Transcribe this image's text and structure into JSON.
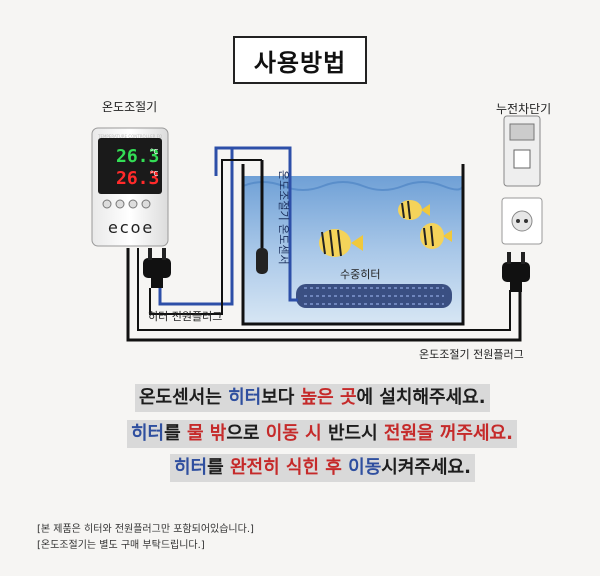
{
  "title": "사용방법",
  "labels": {
    "thermostat": "온도조절기",
    "breaker": "누전차단기",
    "heater_plug": "히터 전원플러그",
    "thermostat_plug": "온도조절기 전원플러그",
    "sensor": "온도조절기 온도센서",
    "heater": "수중히터"
  },
  "device": {
    "brand": "ecoe",
    "display_top": "26.3",
    "display_bottom": "26.3",
    "unit": "°C",
    "header_text": "TEMPERATURE CONTROLLER FOR AQUARIUM HEATERS"
  },
  "instructions": {
    "line1": {
      "s1": "온도센서는 ",
      "s2": "히터",
      "s3": "보다 ",
      "s4": "높은 곳",
      "s5": "에 설치해주세요."
    },
    "line2": {
      "s1": "히터",
      "s2": "를 ",
      "s3": "물 밖",
      "s4": "으로 ",
      "s5": "이동 시",
      "s6": " 반드시 ",
      "s7": "전원을 꺼주세요."
    },
    "line3": {
      "s1": "히터",
      "s2": "를 ",
      "s3": "완전히 식힌 후",
      "s4": " ",
      "s5": "이동",
      "s6": "시켜주세요."
    }
  },
  "notes": [
    "[본 제품은 히터와 전원플러그만 포함되어있습니다.]",
    "[온도조절기는 별도 구매 부탁드립니다.]"
  ],
  "colors": {
    "blue_text": "#2f4f9f",
    "red_text": "#c52a2a",
    "heater_cable": "#2d4fa8",
    "display_digits": "#ff2a2a",
    "display_green": "#33dd55"
  }
}
